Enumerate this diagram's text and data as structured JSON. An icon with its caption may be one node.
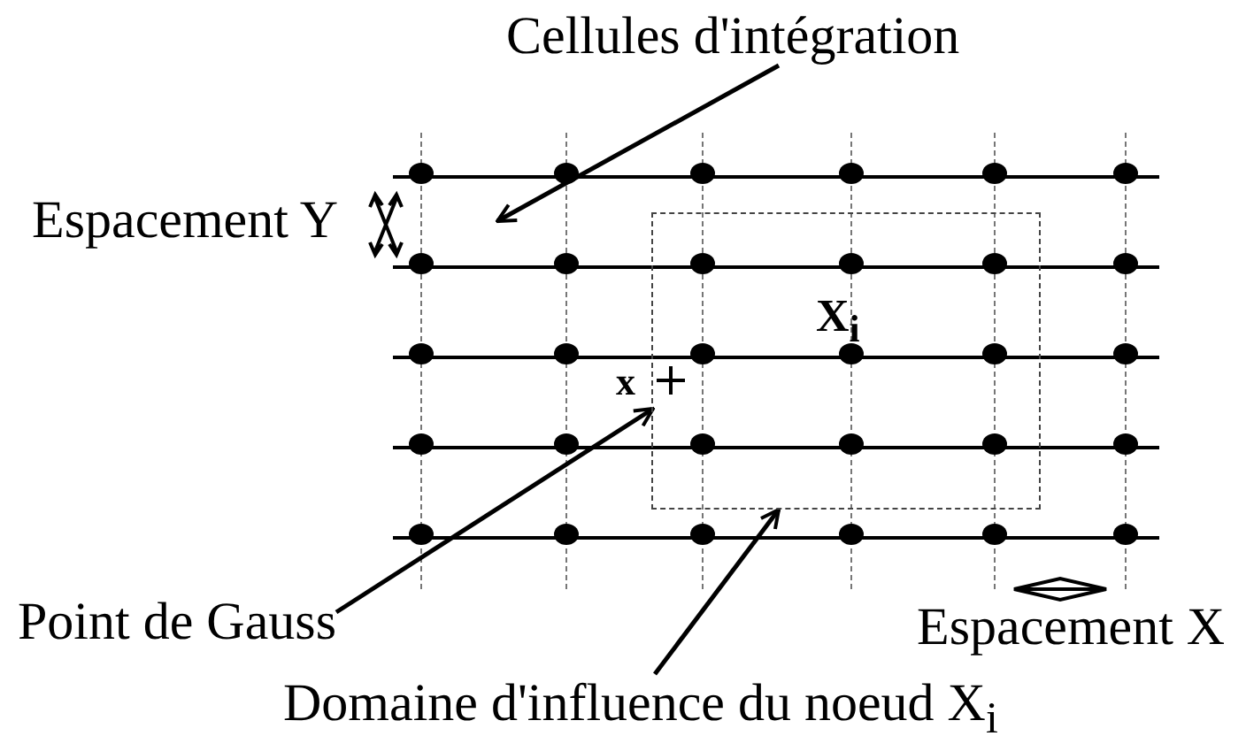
{
  "diagram": {
    "nodes": [
      {
        "text": [
          "Cellules d'intégration"
        ]
      },
      {
        "text": [
          "Point de Gauss"
        ]
      },
      {
        "text": [
          "x"
        ]
      },
      {
        "text": [
          "Domaine d'influence du noeud  X$_{i}$"
        ]
      },
      {
        "text": [
          "X$_{i}$"
        ]
      }
    ],
    "edges": [
      {
        "from": 0,
        "to": null,
        "arrow": "to"
      },
      {
        "from": 1,
        "to": 2,
        "arrow": "to"
      },
      {
        "from": 3,
        "to": 4,
        "arrow": "to"
      }
    ],
    "labels": [
      "Espacement Y",
      "Espacement X"
    ]
  }
}
